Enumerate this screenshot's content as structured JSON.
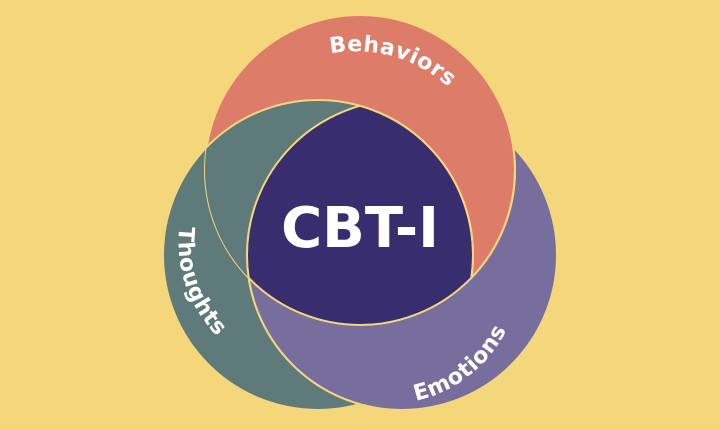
{
  "diagram": {
    "center": {
      "label": "CBT-I",
      "color": "#382D6E"
    },
    "circles": [
      {
        "id": "behaviors",
        "label": "Behaviors",
        "color": "#DE7C6A"
      },
      {
        "id": "emotions",
        "label": "Emotions",
        "color": "#786E9E"
      },
      {
        "id": "thoughts",
        "label": "Thoughts",
        "color": "#5F7A7A"
      }
    ],
    "background": "#F3D77A",
    "outline": "#F3D77A"
  }
}
